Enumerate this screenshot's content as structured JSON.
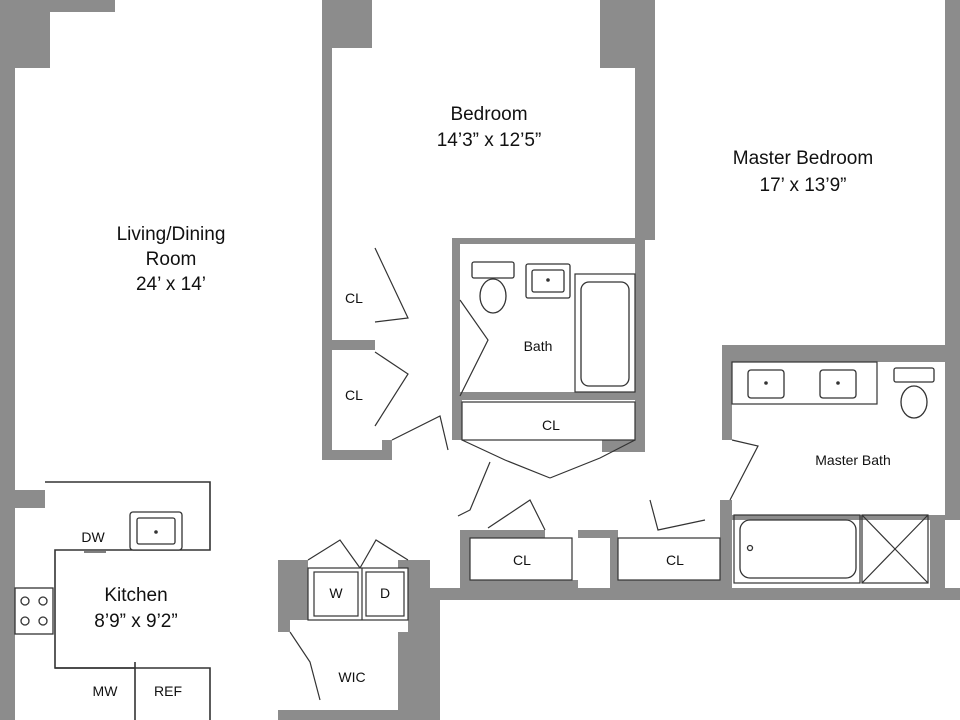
{
  "colors": {
    "wall": "#8c8c8c",
    "line": "#333333",
    "background": "#ffffff"
  },
  "rooms": {
    "living": {
      "name_line1": "Living/Dining",
      "name_line2": "Room",
      "size": "24’ x 14’"
    },
    "bedroom": {
      "name": "Bedroom",
      "size": "14’3” x 12’5”"
    },
    "master": {
      "name": "Master Bedroom",
      "size": "17’ x 13’9”"
    },
    "bath": {
      "name": "Bath"
    },
    "master_bath": {
      "name": "Master Bath"
    },
    "kitchen": {
      "name": "Kitchen",
      "size": "8’9” x 9’2”"
    }
  },
  "closets": {
    "cl_1": "CL",
    "cl_2": "CL",
    "cl_3": "CL",
    "cl_4": "CL",
    "cl_5": "CL",
    "wic": "WIC"
  },
  "appliances": {
    "dw": "DW",
    "mw": "MW",
    "ref": "REF",
    "washer": "W",
    "dryer": "D"
  }
}
